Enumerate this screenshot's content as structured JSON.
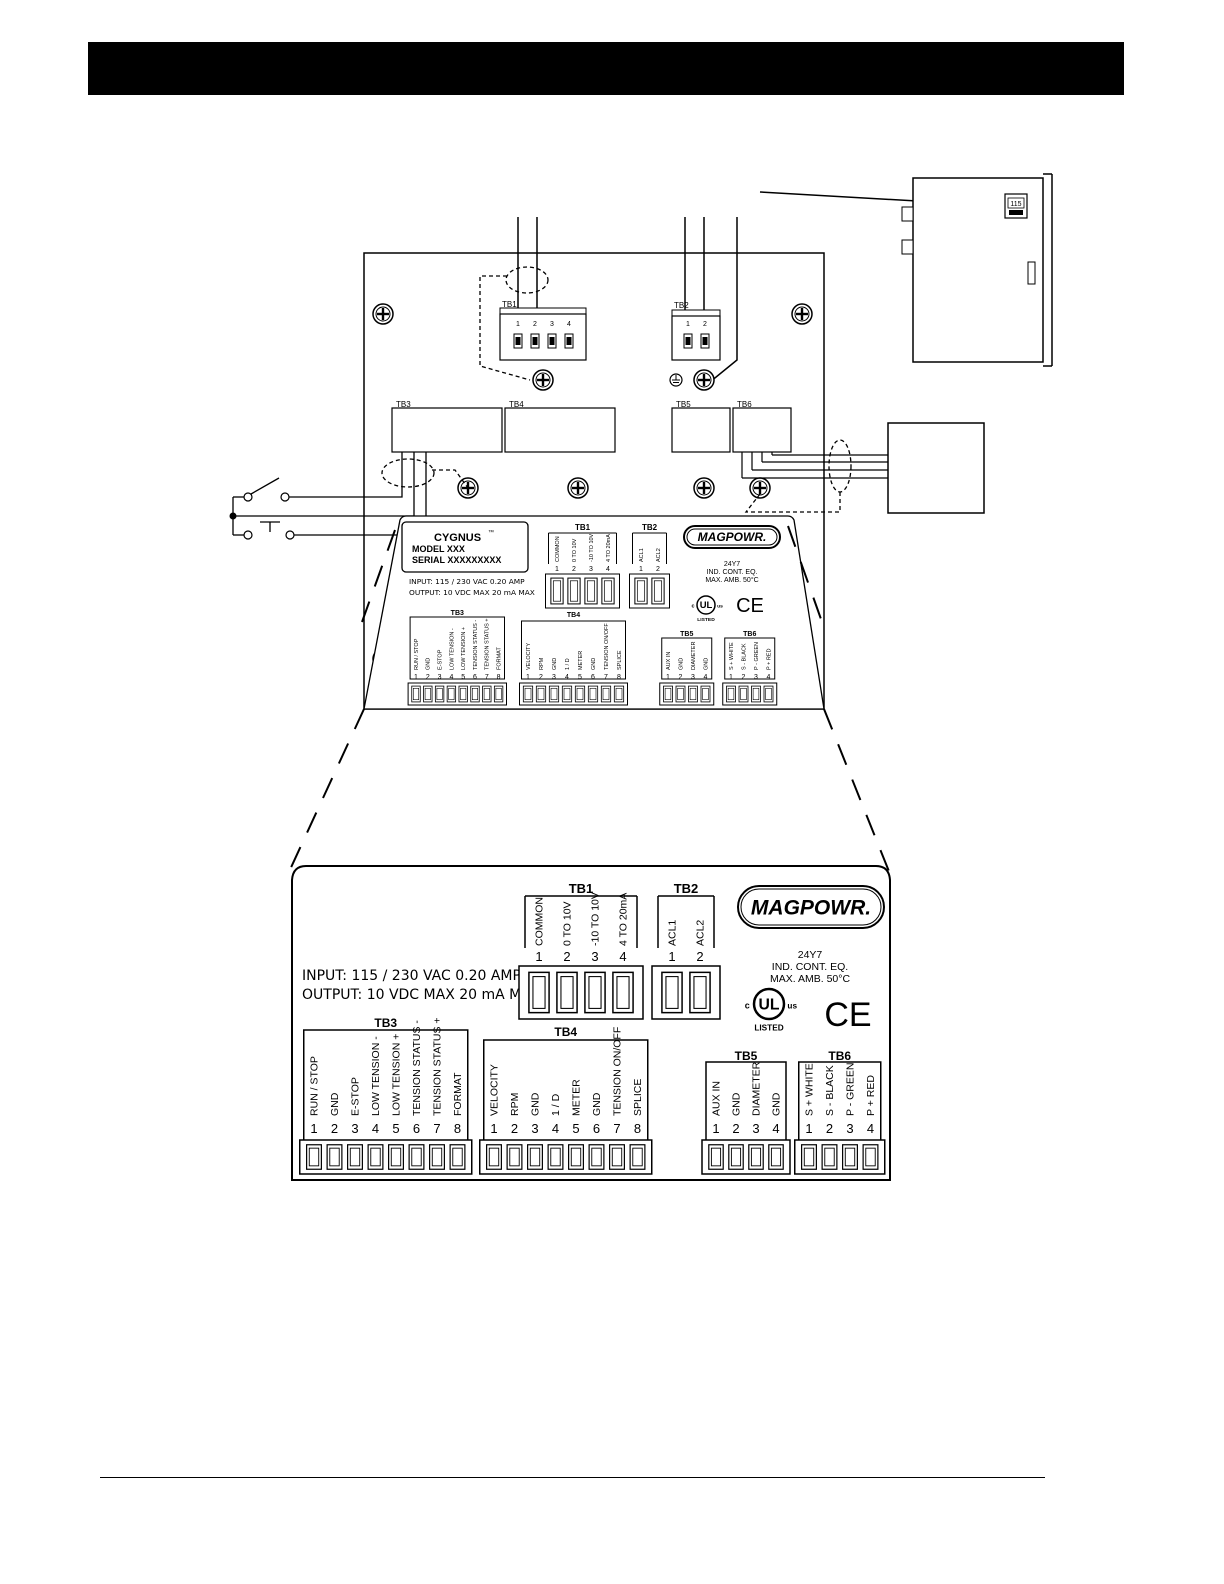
{
  "cygnus": {
    "name": "CYGNUS",
    "tm": "™",
    "model": "MODEL XXX",
    "serial": "SERIAL XXXXXXXXX"
  },
  "voltage_switch": {
    "value": "115"
  },
  "ratings": {
    "input": "INPUT: 115 / 230 VAC 0.20 AMP",
    "output": "OUTPUT: 10 VDC MAX 20 mA MAX"
  },
  "brand": {
    "logo": "MAGPOWR."
  },
  "certification": {
    "code": "24Y7",
    "line1": "IND. CONT. EQ.",
    "line2": "MAX. AMB. 50°C",
    "ul_c": "c",
    "ul_us": "us",
    "ul_listed": "LISTED",
    "ce": "CE"
  },
  "terminal_blocks": {
    "tb1": {
      "title": "TB1",
      "pins": [
        "1",
        "2",
        "3",
        "4"
      ],
      "labels": [
        "COMMON",
        "0 TO 10V",
        "-10 TO 10V",
        "4 TO 20mA"
      ]
    },
    "tb2": {
      "title": "TB2",
      "pins": [
        "1",
        "2"
      ],
      "labels": [
        "ACL1",
        "ACL2"
      ]
    },
    "tb3": {
      "title": "TB3",
      "pins": [
        "1",
        "2",
        "3",
        "4",
        "5",
        "6",
        "7",
        "8"
      ],
      "labels": [
        "RUN / STOP",
        "GND",
        "E-STOP",
        "LOW TENSION -",
        "LOW TENSION +",
        "TENSION STATUS -",
        "TENSION STATUS +",
        "FORMAT"
      ]
    },
    "tb4": {
      "title": "TB4",
      "pins": [
        "1",
        "2",
        "3",
        "4",
        "5",
        "6",
        "7",
        "8"
      ],
      "labels": [
        "VELOCITY",
        "RPM",
        "GND",
        "1 / D",
        "METER",
        "GND",
        "TENSION ON/OFF",
        "SPLICE"
      ]
    },
    "tb5": {
      "title": "TB5",
      "pins": [
        "1",
        "2",
        "3",
        "4"
      ],
      "labels": [
        "AUX IN",
        "GND",
        "DIAMETER",
        "GND"
      ]
    },
    "tb6": {
      "title": "TB6",
      "pins": [
        "1",
        "2",
        "3",
        "4"
      ],
      "labels": [
        "S + WHITE",
        "S - BLACK",
        "P - GREEN",
        "P + RED"
      ]
    }
  }
}
